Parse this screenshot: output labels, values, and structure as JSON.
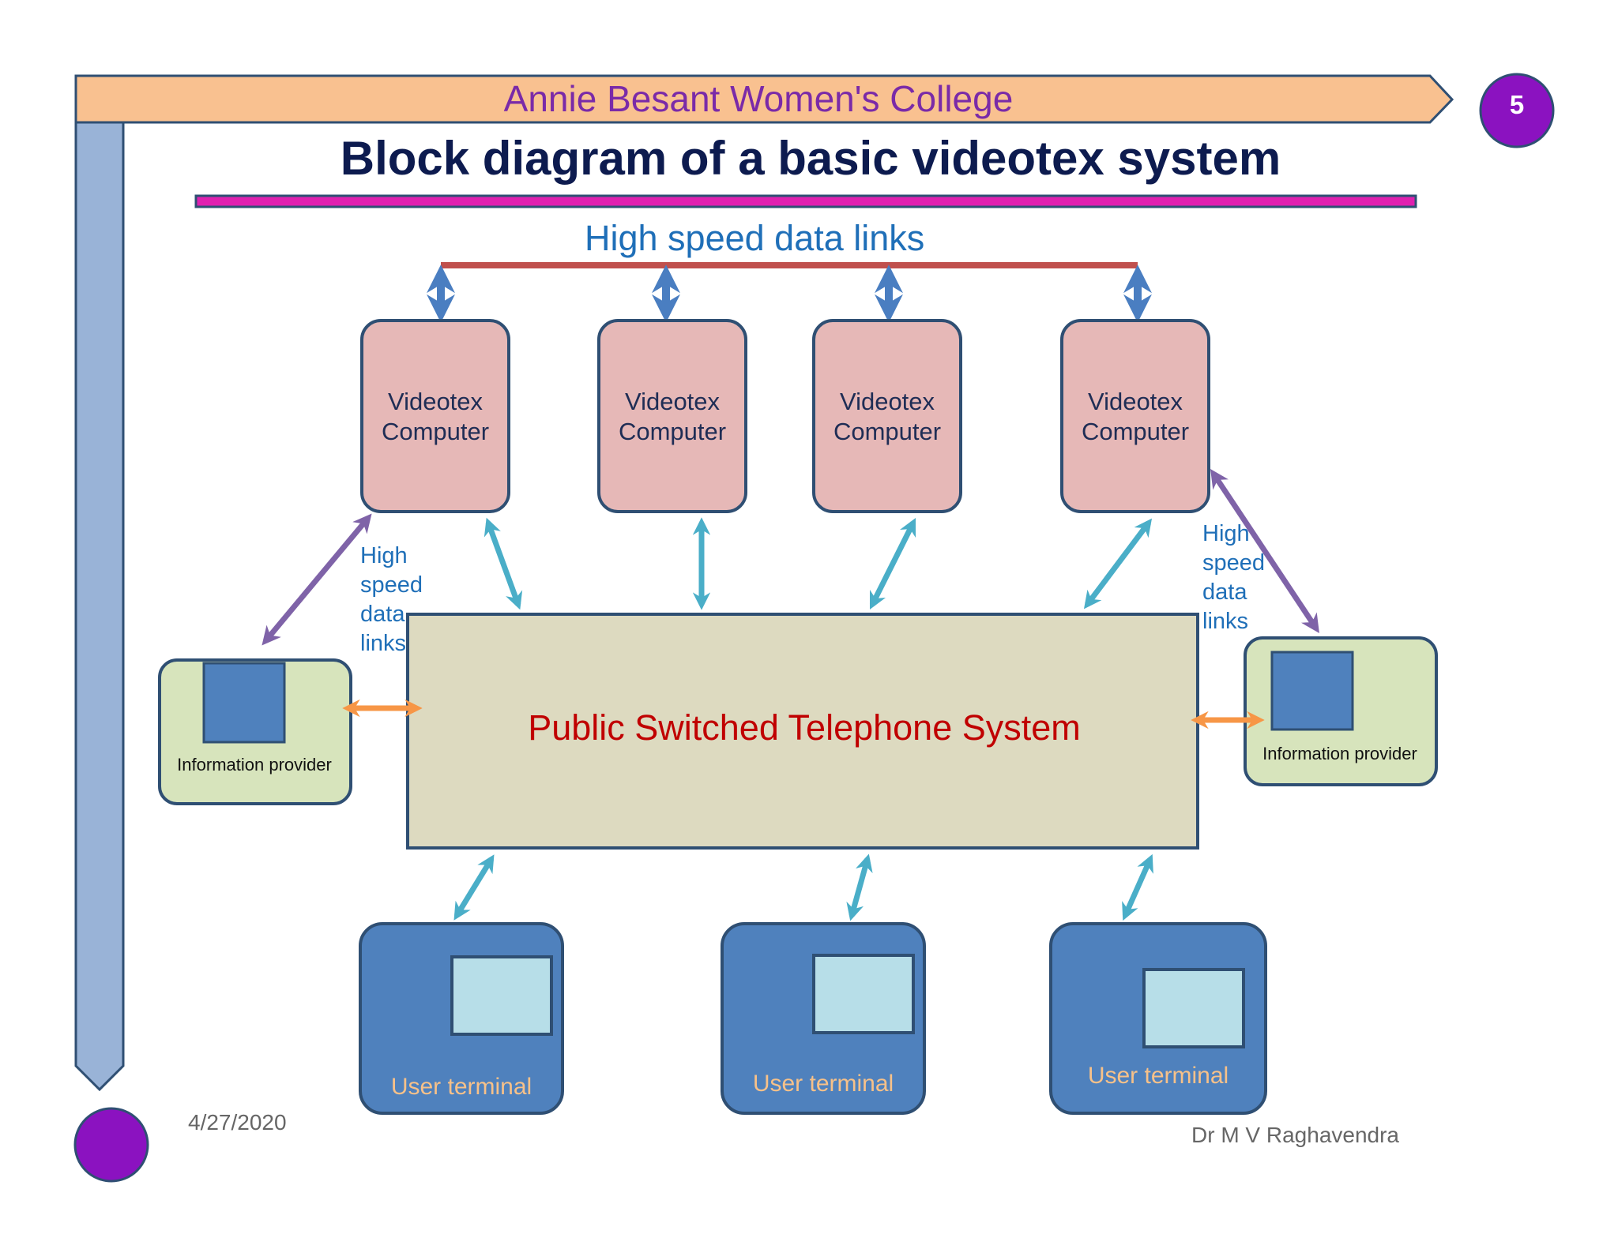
{
  "header": {
    "college": "Annie Besant Women's College",
    "page_number": "5"
  },
  "slide": {
    "title": "Block diagram of a basic videotex system"
  },
  "diagram": {
    "top_link_label": "High speed data links",
    "videotex_computers": [
      {
        "line1": "Videotex",
        "line2": "Computer"
      },
      {
        "line1": "Videotex",
        "line2": "Computer"
      },
      {
        "line1": "Videotex",
        "line2": "Computer"
      },
      {
        "line1": "Videotex",
        "line2": "Computer"
      }
    ],
    "side_link_label_left": [
      "High",
      "speed",
      "data",
      "links"
    ],
    "side_link_label_right": [
      "High",
      "speed",
      "data",
      "links"
    ],
    "network": "Public Switched Telephone System",
    "information_providers": [
      {
        "label": "Information provider"
      },
      {
        "label": "Information provider"
      }
    ],
    "user_terminals": [
      {
        "label": "User terminal"
      },
      {
        "label": "User terminal"
      },
      {
        "label": "User terminal"
      }
    ]
  },
  "footer": {
    "date": "4/27/2020",
    "author": "Dr M V Raghavendra"
  },
  "colors": {
    "banner_fill": "#f9c190",
    "banner_stroke": "#2f4f73",
    "college_text": "#7a2aa8",
    "title_text": "#0d1b4f",
    "title_rule": "#e020b0",
    "sidebar": "#99b3d7",
    "circle": "#8b12c0",
    "link_text": "#1f6fb8",
    "top_bus": "#c0504d",
    "dark_blue_arrow": "#4a7ec1",
    "teal_arrow": "#4aaec8",
    "purple_arrow": "#7f63a8",
    "orange_arrow": "#f79646",
    "computer_fill": "#e6b8b7",
    "pstn_fill": "#dddac0",
    "pstn_text": "#c00000",
    "provider_fill": "#d7e4bc",
    "terminal_fill": "#4f81bd",
    "screen_fill": "#b7dee8",
    "terminal_text": "#f7c189"
  }
}
